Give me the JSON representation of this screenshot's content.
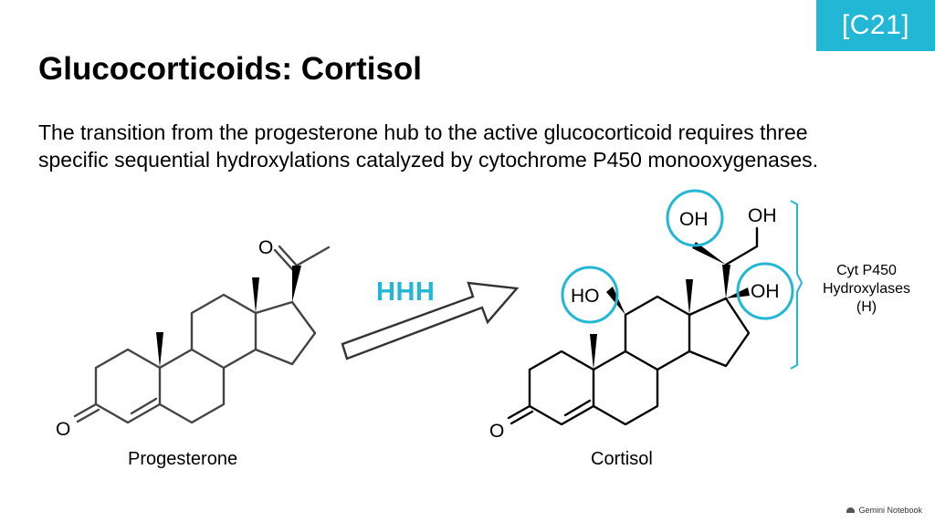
{
  "badge": "[C21]",
  "title": "Glucocorticoids: Cortisol",
  "intro": "The transition from the progesterone hub to the active glucocorticoid requires three specific sequential hydroxylations catalyzed by cytochrome P450 monooxygenases.",
  "reaction": {
    "arrow_label": "HHH",
    "reactant": {
      "name": "Progesterone",
      "atoms": {
        "c3_oxygen": "O",
        "c20_oxygen": "O"
      }
    },
    "product": {
      "name": "Cortisol",
      "atoms": {
        "c3_oxygen": "O",
        "oh_11": "HO",
        "oh_17": "OH",
        "oh_20": "OH",
        "oh_21": "OH"
      }
    },
    "bracket_label": [
      "Cyt P450",
      "Hydroxylases",
      "(H)"
    ]
  },
  "colors": {
    "accent": "#22b7d4",
    "ink": "#000000",
    "bond": "#444444"
  },
  "icons": {
    "watermark": "gemini-notebook-icon"
  },
  "watermark": "Gemini Notebook"
}
